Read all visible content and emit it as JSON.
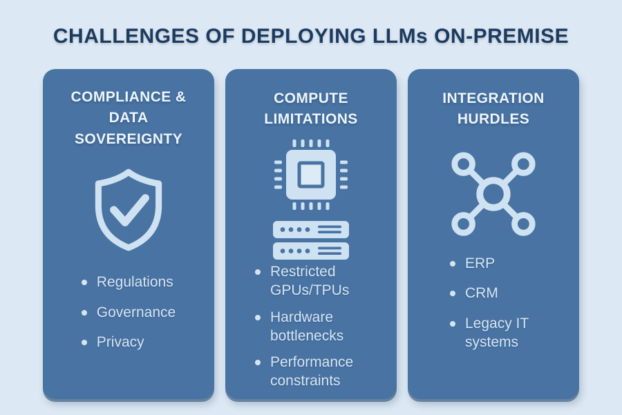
{
  "title": "CHALLENGES OF DEPLOYING LLMs ON-PREMISE",
  "colors": {
    "background": "#dce8f3",
    "card": "#4873a3",
    "title_text": "#1d3b5e",
    "header_text": "#eef5fb",
    "list_text": "#d7e5f2",
    "icon": "#cfe2f2",
    "icon_light": "#ddebf7"
  },
  "cards": [
    {
      "title": "COMPLIANCE & DATA SOVEREIGNTY",
      "icon": "shield-check-icon",
      "items": [
        "Regulations",
        "Governance",
        "Privacy"
      ]
    },
    {
      "title": "COMPUTE LIMITATIONS",
      "icon": "cpu-servers-icon",
      "items": [
        "Restricted GPUs/TPUs",
        "Hardware bottlenecks",
        "Performance constraints"
      ]
    },
    {
      "title": "INTEGRATION HURDLES",
      "icon": "network-nodes-icon",
      "items": [
        "ERP",
        "CRM",
        "Legacy IT systems"
      ]
    }
  ]
}
